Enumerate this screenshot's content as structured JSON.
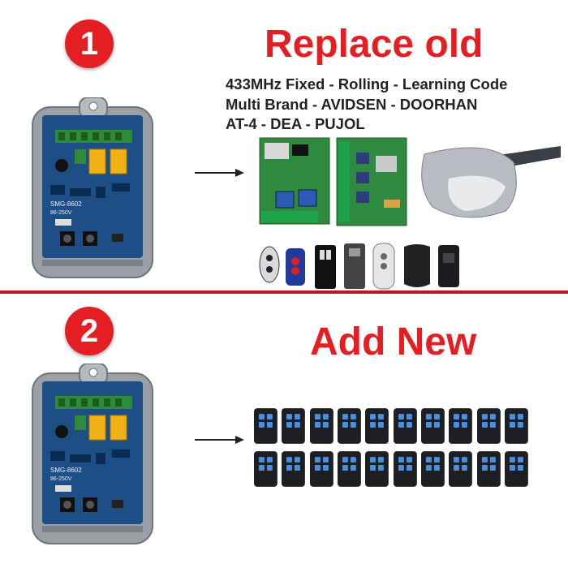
{
  "step1": {
    "number": "1",
    "heading": "Replace old",
    "info_lines": [
      "433MHz Fixed - Rolling - Learning Code",
      "Multi Brand - AVIDSEN - DOORHAN",
      "AT-4 - DEA - PUJOL"
    ]
  },
  "step2": {
    "number": "2",
    "heading": "Add New",
    "remote_rows": [
      [
        "r",
        "r",
        "r",
        "r",
        "r",
        "r",
        "r",
        "r",
        "r",
        "r"
      ],
      [
        "r",
        "r",
        "r",
        "r",
        "r",
        "r",
        "r",
        "r",
        "r",
        "r"
      ]
    ]
  },
  "receiver": {
    "model_label": "SMG-8602",
    "voltage_label": "86-250V"
  },
  "colors": {
    "accent_red": "#e41f24",
    "divider": "#b9191e",
    "board_blue": "#1d4f86",
    "case_gray": "#9aa0a6",
    "relay_yellow": "#f2b017",
    "terminal_green": "#2e8b3a",
    "remote_black": "#1e1f22",
    "remote_button_blue": "#4a90e2"
  }
}
